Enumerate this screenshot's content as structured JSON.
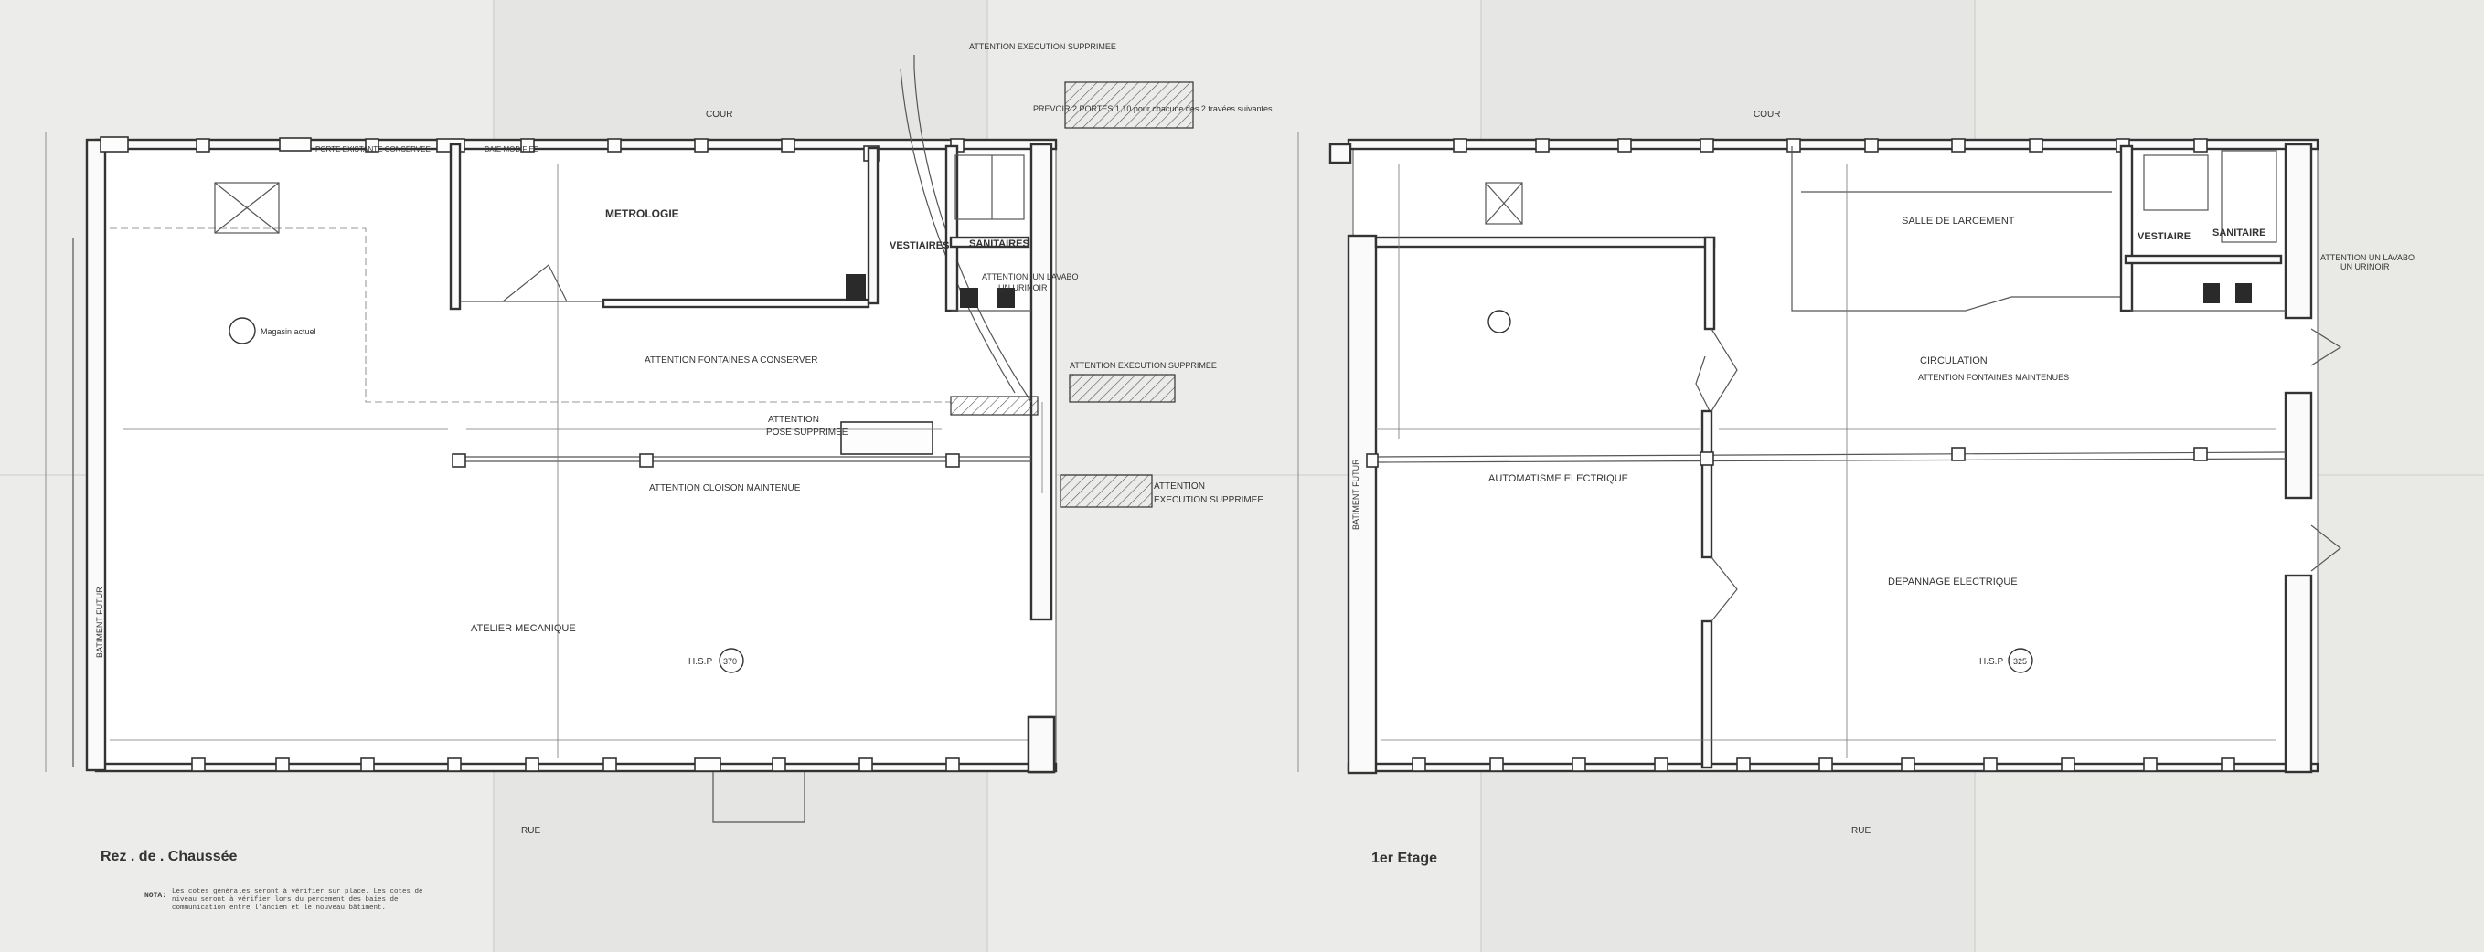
{
  "colors": {
    "paper": "#e9e9e7",
    "ink": "#2a2a2a"
  },
  "plan_left": {
    "title": "Rez . de . Chaussée",
    "cour": "COUR",
    "rue": "RUE",
    "porte_existante": "PORTE EXISTANTE CONSERVEE",
    "baie_modifiee": "BAIE MODIFIEE",
    "metrologie": "METROLOGIE",
    "vestiaires": "VESTIAIRES",
    "sanitaires": "SANITAIRES",
    "attention_lavabo": "ATTENTION: UN LAVABO",
    "un_urinoir": "UN URINOIR",
    "fontaines_conserver": "ATTENTION FONTAINES A CONSERVER",
    "attention_pose": "ATTENTION",
    "pose_supprimee": "POSE SUPPRIMEE",
    "cloison_maintenue": "ATTENTION CLOISON MAINTENUE",
    "atelier": "ATELIER MECANIQUE",
    "hsp_label": "H.S.P",
    "hsp_value": "370",
    "magasin": "Magasin actuel",
    "batiment_futur": "BATIMENT FUTUR",
    "execution_supprimee_1": "ATTENTION EXECUTION SUPPRIMEE",
    "execution_supprimee_2": "ATTENTION EXECUTION SUPPRIMEE",
    "execution_supprimee_3": "EXECUTION SUPPRIMEE",
    "attention_3": "ATTENTION",
    "prevoir": "PREVOIR 2 PORTES 1,10 pour chacune des 2 travées suivantes",
    "nota_label": "NOTA:",
    "nota_text": "Les cotes générales seront à vérifier sur place. Les cotes de niveau seront à vérifier lors du percement des baies de communication entre l'ancien et le nouveau bâtiment."
  },
  "plan_right": {
    "title": "1er  Etage",
    "cour": "COUR",
    "rue": "RUE",
    "salle_larcement": "SALLE DE LARCEMENT",
    "vestiaire": "VESTIAIRE",
    "sanitaire": "SANITAIRE",
    "attention_lavabo": "ATTENTION UN LAVABO",
    "un_urinoir": "UN URINOIR",
    "circulation": "CIRCULATION",
    "fontaines_maintenues": "ATTENTION FONTAINES MAINTENUES",
    "automatisme": "AUTOMATISME ELECTRIQUE",
    "depannage": "DEPANNAGE ELECTRIQUE",
    "hsp_label": "H.S.P",
    "hsp_value": "325",
    "batiment_futur": "BATIMENT FUTUR"
  }
}
